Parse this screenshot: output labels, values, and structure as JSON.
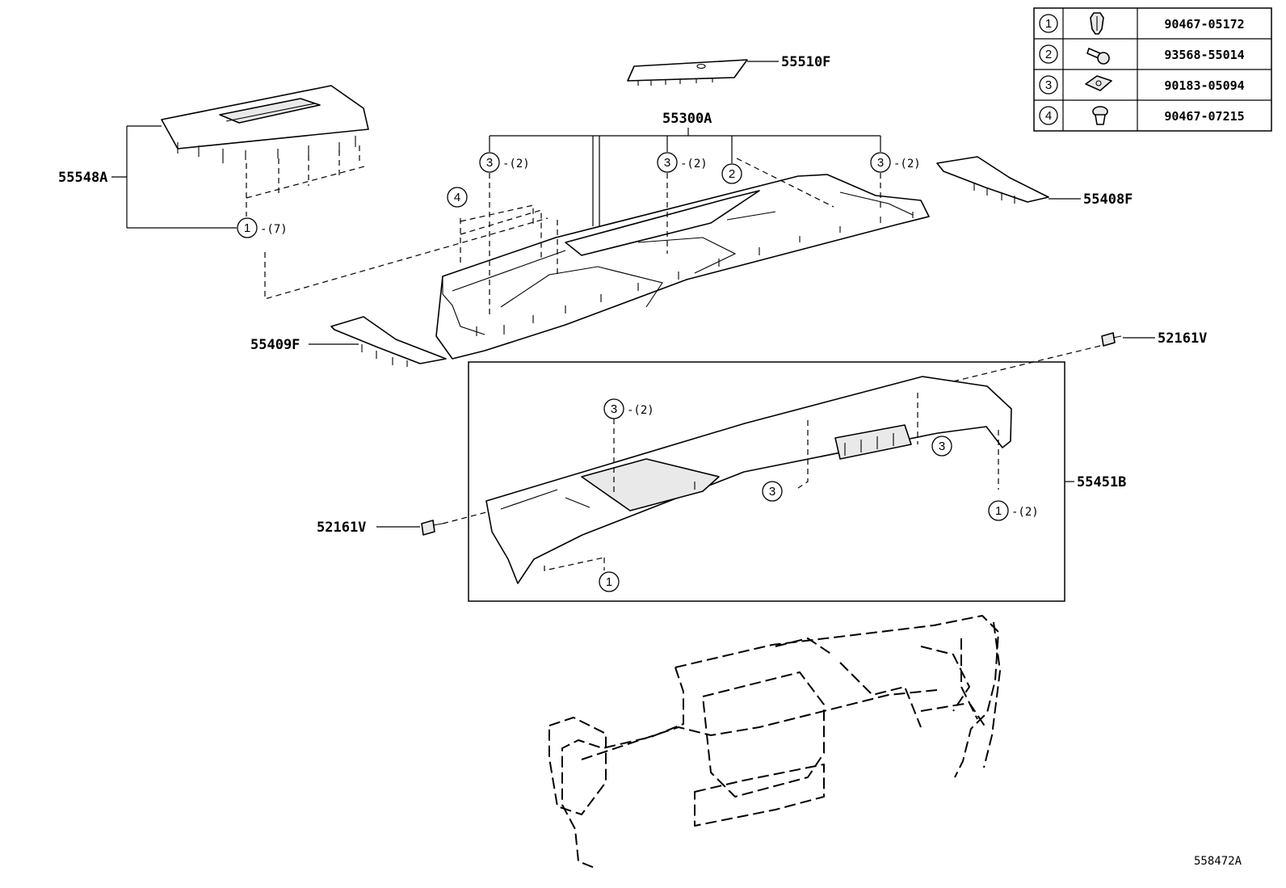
{
  "diagram_id": "558472A",
  "fastener_table": [
    {
      "ref": "1",
      "icon": "clip-icon",
      "part_no": "90467-05172"
    },
    {
      "ref": "2",
      "icon": "screw-icon",
      "part_no": "93568-55014"
    },
    {
      "ref": "3",
      "icon": "nut-icon",
      "part_no": "90183-05094"
    },
    {
      "ref": "4",
      "icon": "clip-icon",
      "part_no": "90467-07215"
    }
  ],
  "parts": {
    "p55510F": "55510F",
    "p55300A": "55300A",
    "p55548A": "55548A",
    "p55408F": "55408F",
    "p55409F": "55409F",
    "p52161V_right": "52161V",
    "p52161V_left": "52161V",
    "p55451B": "55451B"
  },
  "callouts": [
    {
      "ref": "1",
      "qty": "-(7)"
    },
    {
      "ref": "3",
      "qty": "-(2)"
    },
    {
      "ref": "3",
      "qty": "-(2)"
    },
    {
      "ref": "2",
      "qty": ""
    },
    {
      "ref": "3",
      "qty": "-(2)"
    },
    {
      "ref": "4",
      "qty": ""
    },
    {
      "ref": "3",
      "qty": "-(2)"
    },
    {
      "ref": "3",
      "qty": ""
    },
    {
      "ref": "3",
      "qty": ""
    },
    {
      "ref": "1",
      "qty": "-(2)"
    },
    {
      "ref": "1",
      "qty": ""
    }
  ]
}
